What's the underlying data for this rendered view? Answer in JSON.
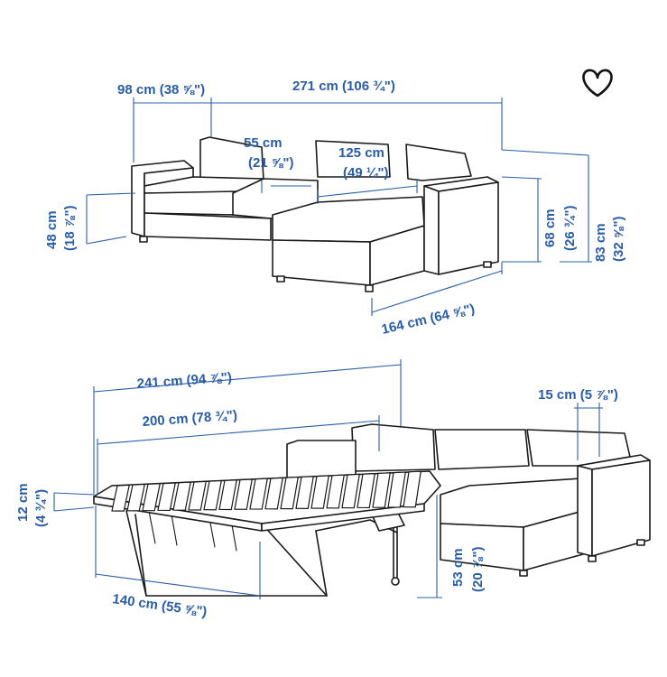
{
  "dimensions": {
    "top_depth": "98 cm (38 ⅝\")",
    "top_width": "271 cm (106 ¾\")",
    "seat_depth_l1": "55 cm",
    "seat_depth_l2": "(21 ⅝\")",
    "chaise_seat_l1": "125 cm",
    "chaise_seat_l2": "(49 ¼\")",
    "seat_height_l1": "48 cm",
    "seat_height_l2": "(18 ⅞\")",
    "arm_height_l1": "68 cm",
    "arm_height_l2": "(26 ¾\")",
    "total_height_l1": "83 cm",
    "total_height_l2": "(32 ⅝\")",
    "chaise_length": "164 cm (64 ⅝\")",
    "bed_length_total": "241 cm (94 ⅞\")",
    "bed_length": "200 cm (78 ¾\")",
    "arm_width": "15 cm (5 ⅞\")",
    "mattress_l1": "12 cm",
    "mattress_l2": "(4 ¾\")",
    "bed_height_l1": "53 cm",
    "bed_height_l2": "(20 ⅞\")",
    "bed_width": "140 cm (55 ⅝\")"
  },
  "icons": {
    "favorite": "heart-outline-icon"
  },
  "colors": {
    "dimension": "#2a5da8",
    "line": "#1a1a1a"
  }
}
